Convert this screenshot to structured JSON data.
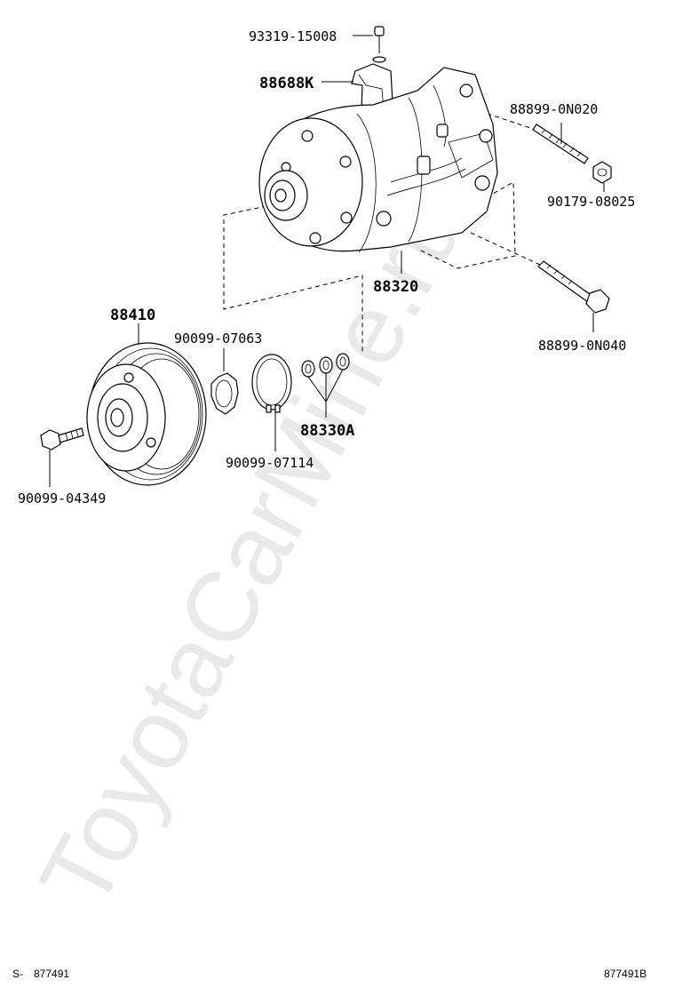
{
  "watermark": "ToyotaCarMine.ru",
  "labels": {
    "screw_top": "93319-15008",
    "bracket": "88688K",
    "stud_top": "88899-0N020",
    "nut": "90179-08025",
    "compressor": "88320",
    "bolt_right": "88899-0N040",
    "clutch": "88410",
    "snap_ring_outer": "90099-07063",
    "snap_ring_inner": "90099-07114",
    "shims": "88330A",
    "bolt_left": "90099-04349"
  },
  "footer": {
    "left_prefix": "S-",
    "left_code": "877491",
    "right_code": "877491B"
  }
}
